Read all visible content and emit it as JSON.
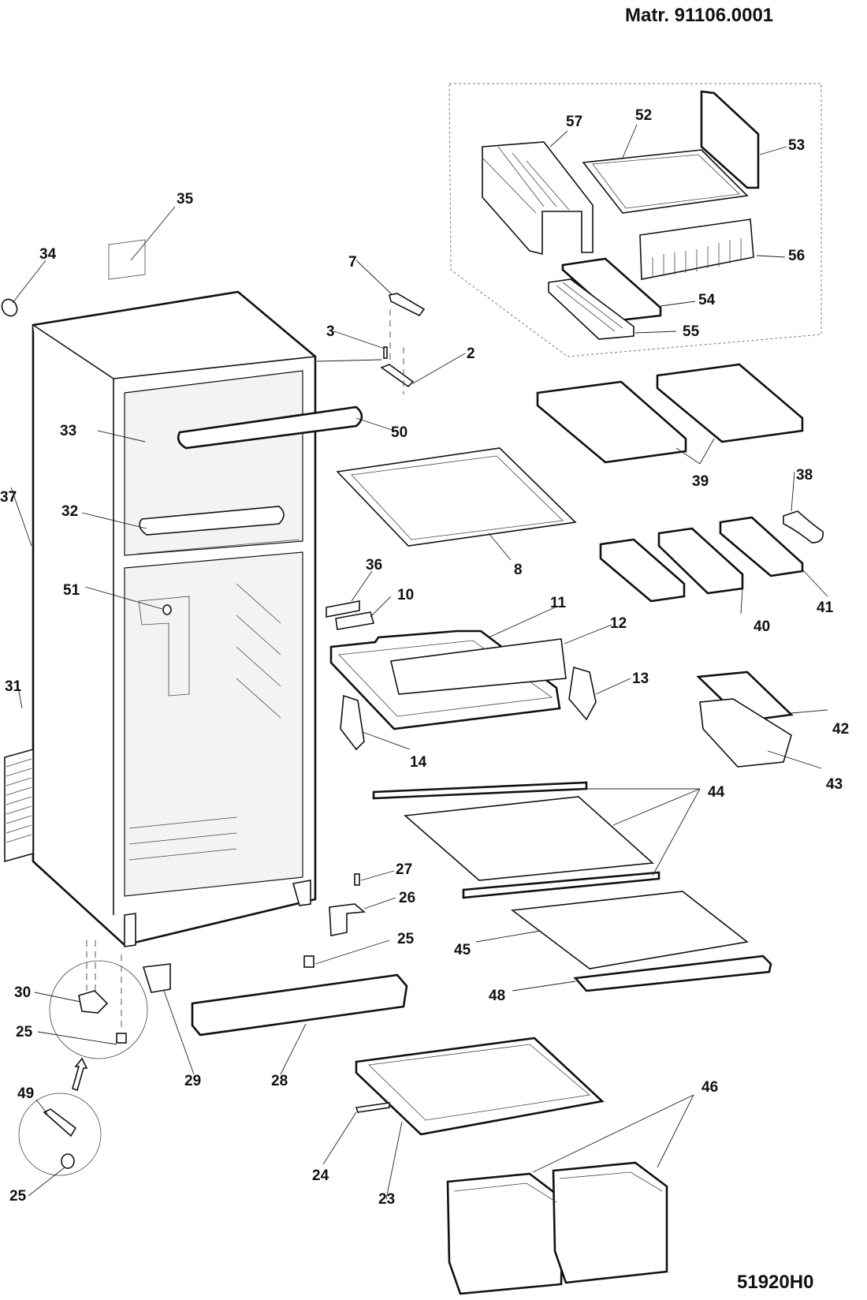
{
  "header": {
    "material_number": "Matr. 91106.0001",
    "drawing_code": "51920H0"
  },
  "diagram": {
    "type": "exploded-parts-diagram",
    "subject": "top-freezer refrigerator",
    "callouts": [
      {
        "id": "c57",
        "label": "57",
        "part": "freezer-partition-set"
      },
      {
        "id": "c52",
        "label": "52",
        "part": "freezer-shelf"
      },
      {
        "id": "c53",
        "label": "53",
        "part": "freezer-divider-panel"
      },
      {
        "id": "c56",
        "label": "56",
        "part": "evaporator-cover"
      },
      {
        "id": "c54",
        "label": "54",
        "part": "ice-tray-cover"
      },
      {
        "id": "c55",
        "label": "55",
        "part": "ice-tray"
      },
      {
        "id": "c35",
        "label": "35",
        "part": "rating-label"
      },
      {
        "id": "c34",
        "label": "34",
        "part": "cap"
      },
      {
        "id": "c7",
        "label": "7",
        "part": "hinge-cover"
      },
      {
        "id": "c3",
        "label": "3",
        "part": "screw"
      },
      {
        "id": "c2",
        "label": "2",
        "part": "upper-hinge"
      },
      {
        "id": "c33",
        "label": "33",
        "part": "freezer-liner"
      },
      {
        "id": "c50",
        "label": "50",
        "part": "door-handle"
      },
      {
        "id": "c37",
        "label": "37",
        "part": "cabinet"
      },
      {
        "id": "c32",
        "label": "32",
        "part": "freezer-floor-grille"
      },
      {
        "id": "c51",
        "label": "51",
        "part": "thermostat-knob"
      },
      {
        "id": "c31",
        "label": "31",
        "part": "condenser"
      },
      {
        "id": "c8",
        "label": "8",
        "part": "wire-shelf"
      },
      {
        "id": "c39",
        "label": "39",
        "part": "door-shelves"
      },
      {
        "id": "c38",
        "label": "38",
        "part": "egg-tray-small"
      },
      {
        "id": "c36",
        "label": "36",
        "part": "middle-hinge-plate"
      },
      {
        "id": "c10",
        "label": "10",
        "part": "middle-hinge"
      },
      {
        "id": "c11",
        "label": "11",
        "part": "crisper-tray"
      },
      {
        "id": "c12",
        "label": "12",
        "part": "crisper-front"
      },
      {
        "id": "c13",
        "label": "13",
        "part": "right-support"
      },
      {
        "id": "c14",
        "label": "14",
        "part": "left-support"
      },
      {
        "id": "c40",
        "label": "40",
        "part": "butter-dish"
      },
      {
        "id": "c41",
        "label": "41",
        "part": "egg-tray"
      },
      {
        "id": "c42",
        "label": "42",
        "part": "box-lid"
      },
      {
        "id": "c43",
        "label": "43",
        "part": "box"
      },
      {
        "id": "c44",
        "label": "44",
        "part": "glass-shelf-assembly"
      },
      {
        "id": "c45",
        "label": "45",
        "part": "glass-shelf"
      },
      {
        "id": "c48",
        "label": "48",
        "part": "shelf-trim"
      },
      {
        "id": "c27",
        "label": "27",
        "part": "hinge-pin"
      },
      {
        "id": "c26",
        "label": "26",
        "part": "lower-hinge"
      },
      {
        "id": "c25a",
        "label": "25",
        "part": "adjustable-foot"
      },
      {
        "id": "c25b",
        "label": "25",
        "part": "adjustable-foot"
      },
      {
        "id": "c25c",
        "label": "25",
        "part": "adjustable-foot"
      },
      {
        "id": "c30",
        "label": "30",
        "part": "foot-bracket"
      },
      {
        "id": "c29",
        "label": "29",
        "part": "lower-hinge-bracket"
      },
      {
        "id": "c28",
        "label": "28",
        "part": "kickplate"
      },
      {
        "id": "c49",
        "label": "49",
        "part": "foot-plate"
      },
      {
        "id": "c24",
        "label": "24",
        "part": "shelf-rail"
      },
      {
        "id": "c23",
        "label": "23",
        "part": "crisper-cover-shelf"
      },
      {
        "id": "c46",
        "label": "46",
        "part": "crisper-drawers"
      }
    ]
  },
  "colors": {
    "ink": "#111111",
    "background": "#ffffff",
    "shade": "#e6e6e6"
  }
}
